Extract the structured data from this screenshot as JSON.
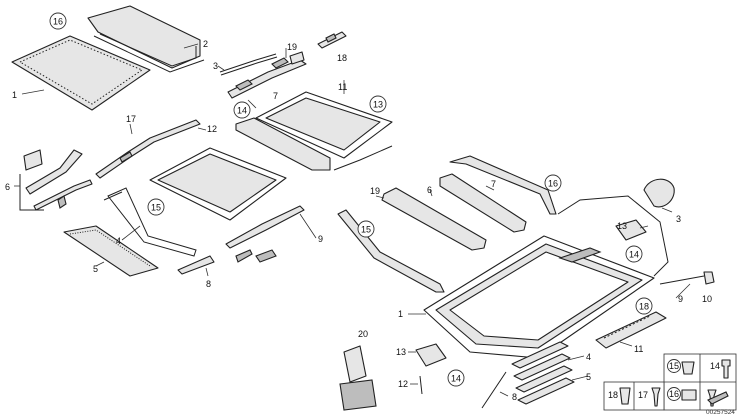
{
  "diagram": {
    "document_number": "00257524",
    "callouts": [
      {
        "id": "c16a",
        "text": "16",
        "circled": true
      },
      {
        "id": "c2",
        "text": "2",
        "circled": false
      },
      {
        "id": "c3a",
        "text": "3",
        "circled": false
      },
      {
        "id": "c1a",
        "text": "1",
        "circled": false
      },
      {
        "id": "c19a",
        "text": "19",
        "circled": false
      },
      {
        "id": "c18a",
        "text": "18",
        "circled": false
      },
      {
        "id": "c14a",
        "text": "14",
        "circled": true
      },
      {
        "id": "c7a",
        "text": "7",
        "circled": false
      },
      {
        "id": "c11a",
        "text": "11",
        "circled": false
      },
      {
        "id": "c13a",
        "text": "13",
        "circled": true
      },
      {
        "id": "c17",
        "text": "17",
        "circled": false
      },
      {
        "id": "c12a",
        "text": "12",
        "circled": false
      },
      {
        "id": "c6a",
        "text": "6",
        "circled": false
      },
      {
        "id": "c15a",
        "text": "15",
        "circled": true
      },
      {
        "id": "c4a",
        "text": "4",
        "circled": false
      },
      {
        "id": "c5a",
        "text": "5",
        "circled": false
      },
      {
        "id": "c8a",
        "text": "8",
        "circled": false
      },
      {
        "id": "c9a",
        "text": "9",
        "circled": false
      },
      {
        "id": "c19b",
        "text": "19",
        "circled": false
      },
      {
        "id": "c6b",
        "text": "6",
        "circled": false
      },
      {
        "id": "c7b",
        "text": "7",
        "circled": false
      },
      {
        "id": "c16b",
        "text": "16",
        "circled": true
      },
      {
        "id": "c15b",
        "text": "15",
        "circled": true
      },
      {
        "id": "c3b",
        "text": "3",
        "circled": false
      },
      {
        "id": "c13b",
        "text": "13",
        "circled": false
      },
      {
        "id": "c14b",
        "text": "14",
        "circled": true
      },
      {
        "id": "c9b",
        "text": "9",
        "circled": false
      },
      {
        "id": "c10",
        "text": "10",
        "circled": false
      },
      {
        "id": "c1b",
        "text": "1",
        "circled": false
      },
      {
        "id": "c18b",
        "text": "18",
        "circled": true
      },
      {
        "id": "c11b",
        "text": "11",
        "circled": false
      },
      {
        "id": "c20",
        "text": "20",
        "circled": false
      },
      {
        "id": "c13c",
        "text": "13",
        "circled": false
      },
      {
        "id": "c14c",
        "text": "14",
        "circled": true
      },
      {
        "id": "c12b",
        "text": "12",
        "circled": false
      },
      {
        "id": "c4b",
        "text": "4",
        "circled": false
      },
      {
        "id": "c5b",
        "text": "5",
        "circled": false
      },
      {
        "id": "c8b",
        "text": "8",
        "circled": false
      }
    ],
    "small_parts_table": [
      {
        "id": "t15",
        "text": "15",
        "circled": true
      },
      {
        "id": "t14",
        "text": "14",
        "circled": false
      },
      {
        "id": "t18",
        "text": "18",
        "circled": false
      },
      {
        "id": "t17",
        "text": "17",
        "circled": false
      },
      {
        "id": "t16",
        "text": "16",
        "circled": true
      }
    ]
  }
}
